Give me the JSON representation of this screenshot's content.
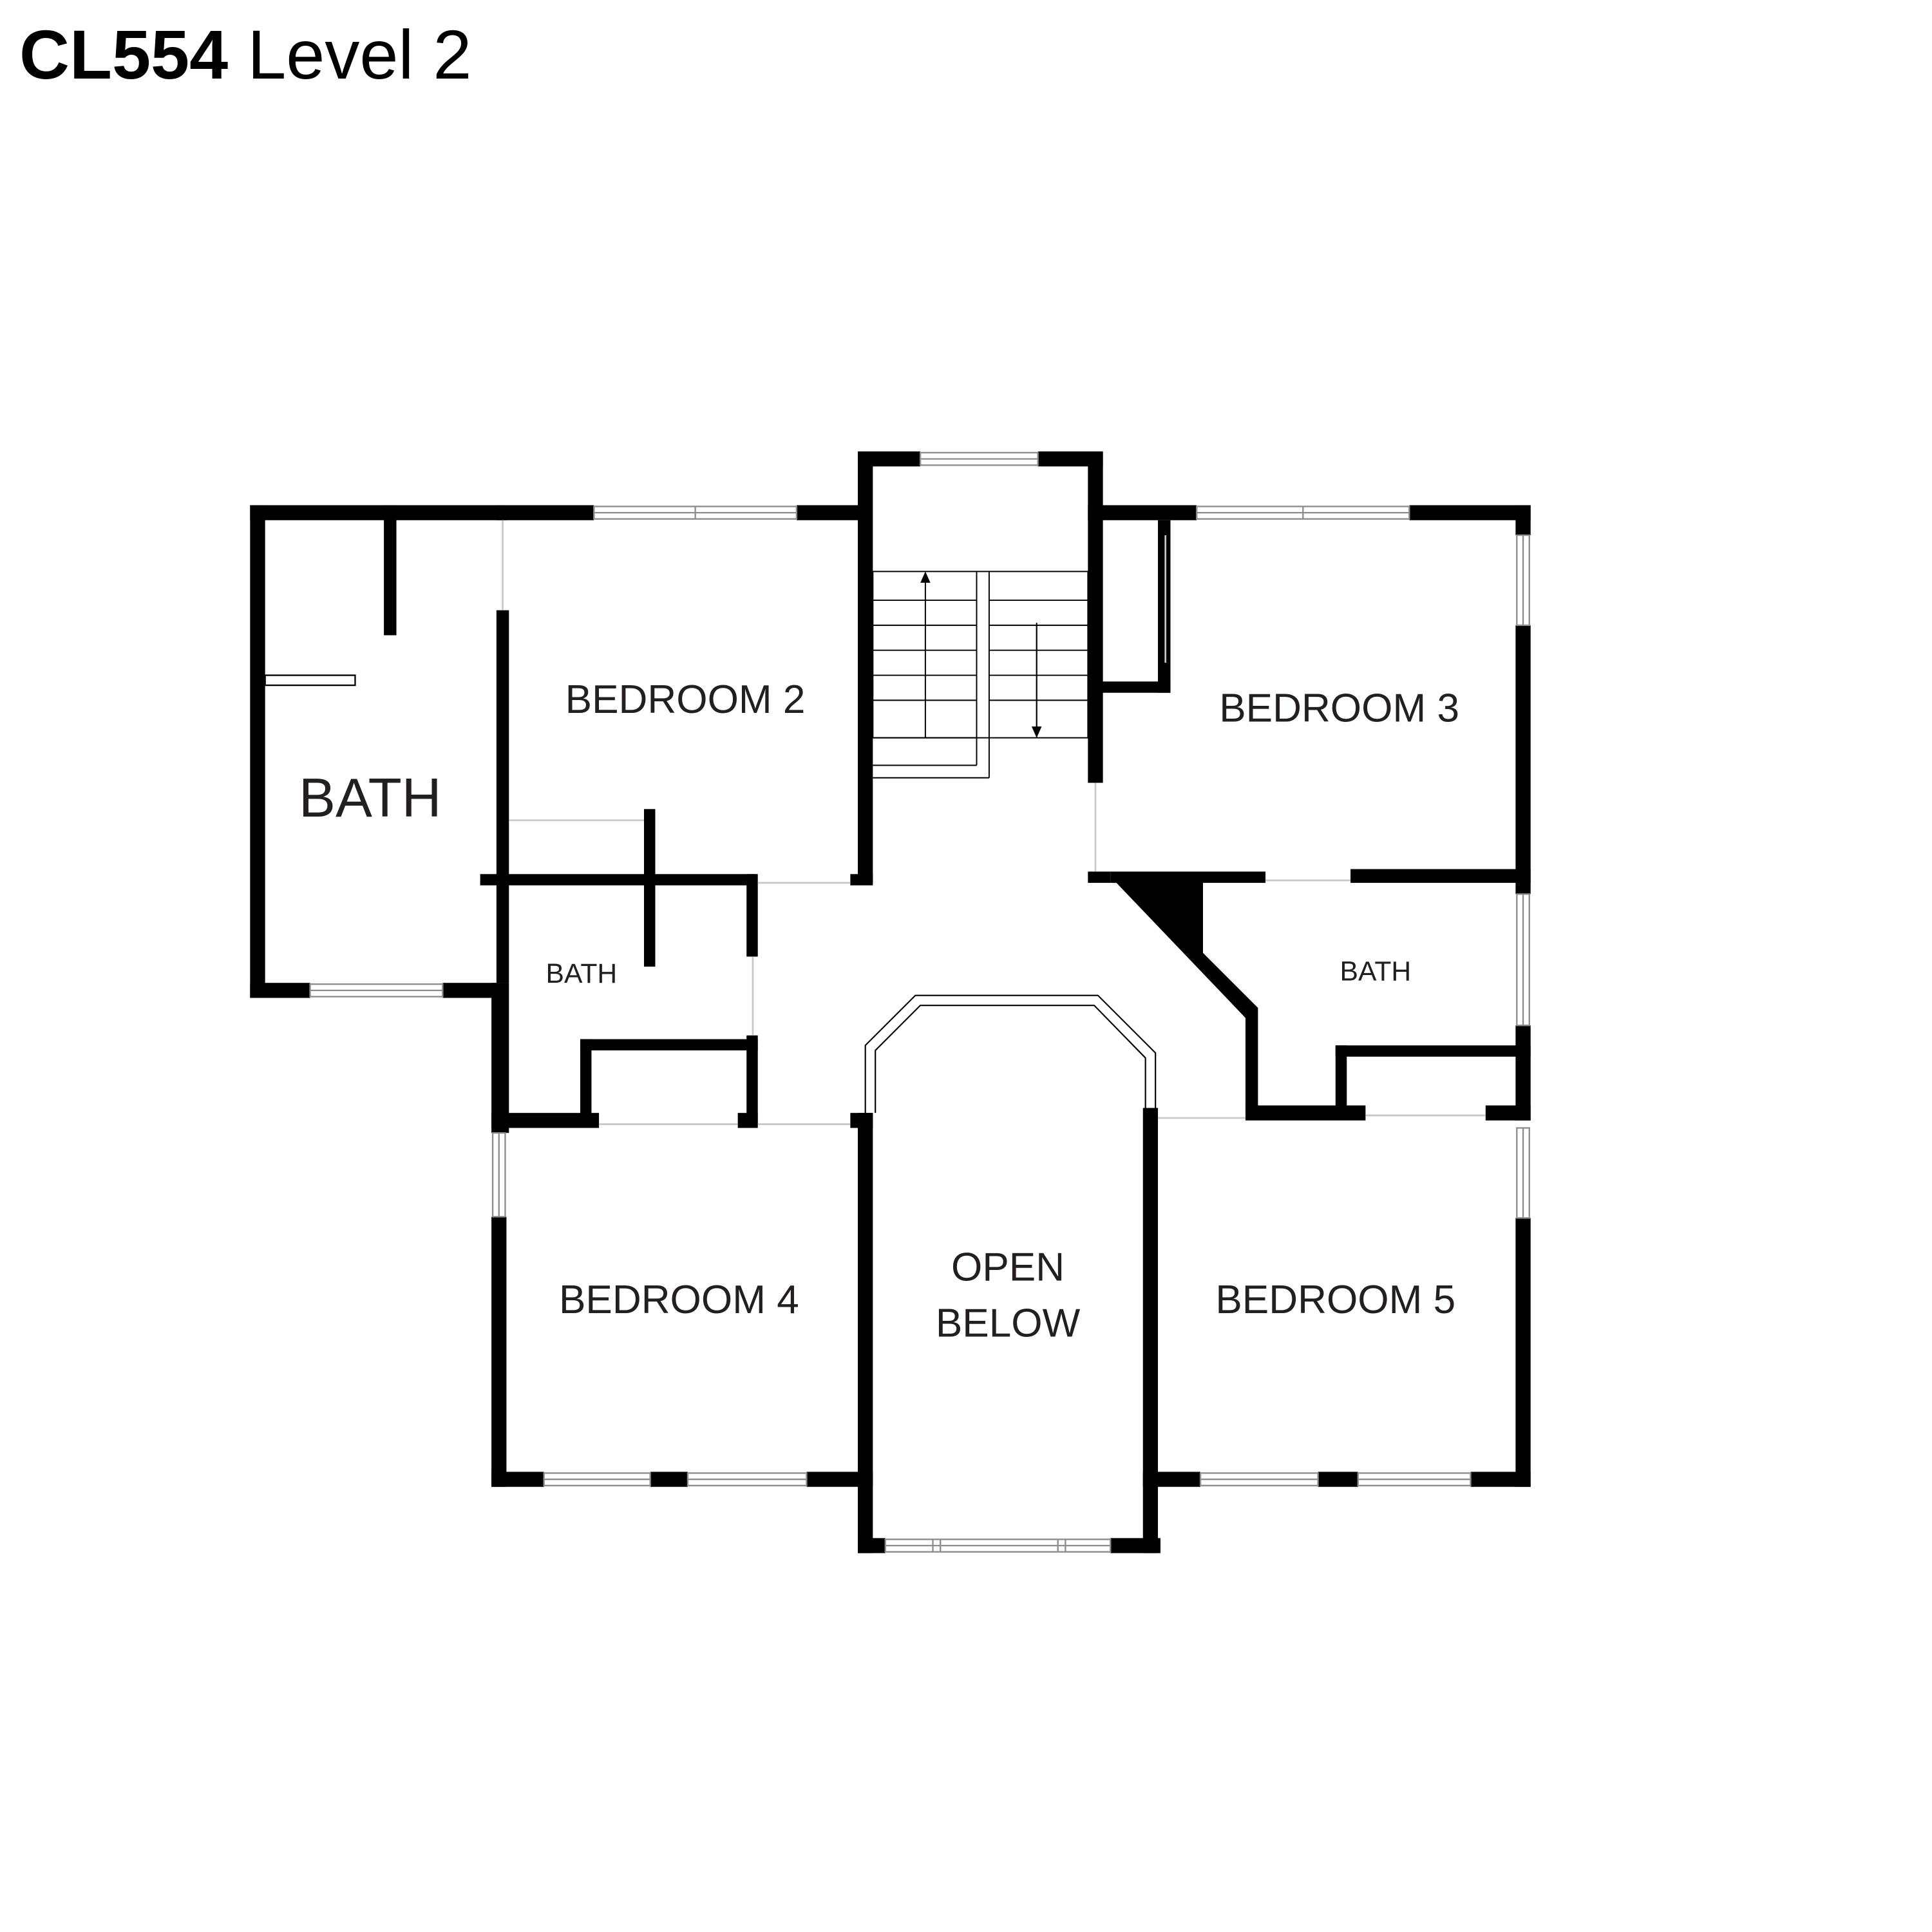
{
  "title": {
    "code": "CL554",
    "level": "Level 2"
  },
  "colors": {
    "wall": "#000000",
    "window_frame": "#9a9a9a",
    "door_opening": "#bdbdbd",
    "text": "#231f20"
  },
  "rooms": {
    "bath_left": "BATH",
    "bedroom_2": "BEDROOM 2",
    "bath_center": "BATH",
    "bedroom_3": "BEDROOM 3",
    "bath_right": "BATH",
    "bedroom_4": "BEDROOM 4",
    "open_below_1": "OPEN",
    "open_below_2": "BELOW",
    "bedroom_5": "BEDROOM 5"
  }
}
